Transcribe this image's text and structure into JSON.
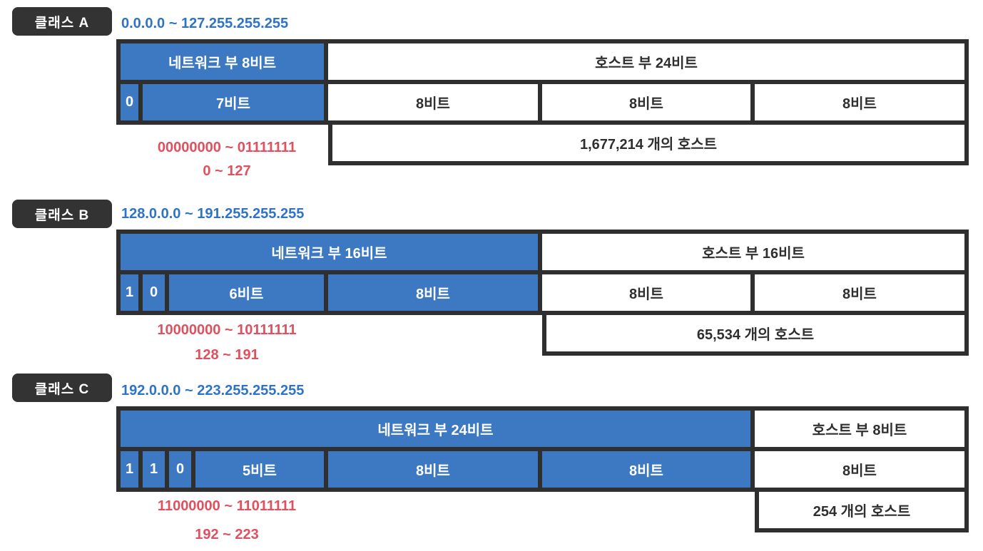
{
  "colors": {
    "blue_fill": "#3d79c3",
    "border_dark": "#2f2f2f",
    "red_text": "#e0515f",
    "range_blue_text": "#2e73c8",
    "badge_dark": "#333333"
  },
  "classes": [
    {
      "name": "클래스 A",
      "range": "0.0.0.0 ~ 127.255.255.255",
      "network_label": "네트워크 부 8비트",
      "host_label": "호스트 부 24비트",
      "row2": [
        "0",
        "7비트",
        "8비트",
        "8비트",
        "8비트"
      ],
      "host_count": "1,677,214 개의 호스트",
      "binary_range": "00000000 ~ 01111111",
      "decimal_range": "0 ~ 127"
    },
    {
      "name": "클래스 B",
      "range": "128.0.0.0 ~ 191.255.255.255",
      "network_label": "네트워크 부 16비트",
      "host_label": "호스트 부 16비트",
      "row2": [
        "1",
        "0",
        "6비트",
        "8비트",
        "8비트",
        "8비트"
      ],
      "host_count": "65,534 개의 호스트",
      "binary_range": "10000000 ~ 10111111",
      "decimal_range": "128 ~ 191"
    },
    {
      "name": "클래스 C",
      "range": "192.0.0.0 ~ 223.255.255.255",
      "network_label": "네트워크 부 24비트",
      "host_label": "호스트 부 8비트",
      "row2": [
        "1",
        "1",
        "0",
        "5비트",
        "8비트",
        "8비트",
        "8비트"
      ],
      "host_count": "254 개의 호스트",
      "binary_range": "11000000 ~ 11011111",
      "decimal_range": "192 ~ 223"
    }
  ]
}
